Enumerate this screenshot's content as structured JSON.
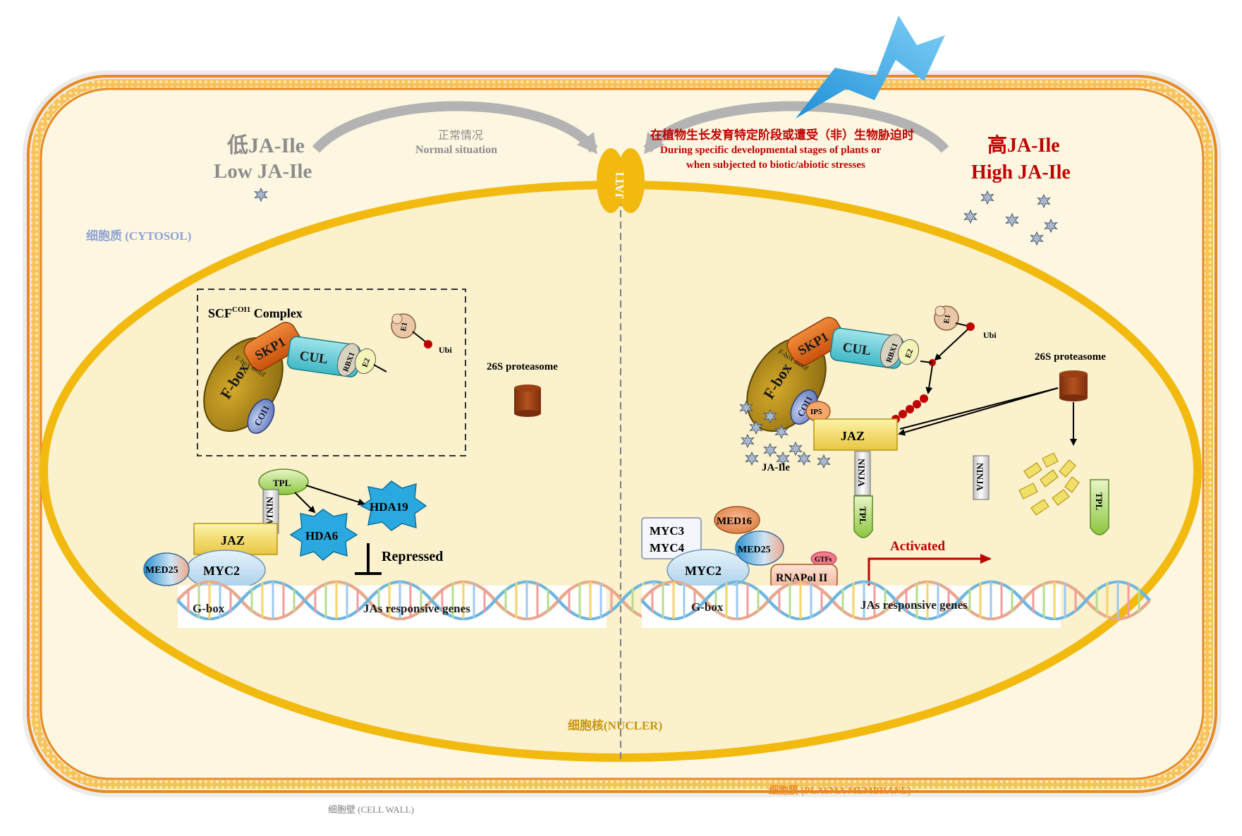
{
  "header": {
    "low_cn": "低JA-Ile",
    "low_en": "Low JA-Ile",
    "high_cn": "高JA-Ile",
    "high_en": "High JA-Ile",
    "normal_cn": "正常情况",
    "normal_en": "Normal situation",
    "stress_cn": "在植物生长发育特定阶段或遭受（非）生物胁迫时",
    "stress_en_1": "During specific developmental stages of plants or",
    "stress_en_2": "when subjected to biotic/abiotic stresses"
  },
  "compartments": {
    "cytosol": "细胞质 (CYTOSOL)",
    "nucleus": "细胞核(NUCLER)",
    "plasma_membrane": "细胞膜 (PLASMA MEMBRANE)",
    "cell_wall": "细胞壁 (CELL WALL)",
    "transporter": "JAT1"
  },
  "left": {
    "complex_title": "SCF",
    "complex_sup": "COI1",
    "complex_suffix": " Complex",
    "fbox": "F-box",
    "fbox_motif": "F-box motif",
    "coi1": "COI1",
    "skp1": "SKP1",
    "cul": "CUL",
    "rbx1": "RBX1",
    "e2": "E2",
    "e1": "E1",
    "ubi": "Ubi",
    "proteasome": "26S proteasome",
    "tpl": "TPL",
    "ninja": "NINJA",
    "jaz": "JAZ",
    "hda19": "HDA19",
    "hda6": "HDA6",
    "repressed": "Repressed",
    "med25": "MED25",
    "myc2": "MYC2",
    "gbox": "G-box",
    "genes": "JAs responsive genes"
  },
  "right": {
    "fbox": "F-box",
    "fbox_motif": "F-box motif",
    "coi1": "COI1",
    "skp1": "SKP1",
    "cul": "CUL",
    "rbx1": "RBX1",
    "e2": "E2",
    "e1": "E1",
    "ubi": "Ubi",
    "ip5": "IP5",
    "jaz": "JAZ",
    "ja_ile": "JA-Ile",
    "proteasome": "26S proteasome",
    "ninja": "NINJA",
    "ninja2": "NINJA",
    "tpl": "TPL",
    "tpl2": "TPL",
    "myc3": "MYC3",
    "myc4": "MYC4",
    "med16": "MED16",
    "med25": "MED25",
    "myc2": "MYC2",
    "gtfs": "GTFs",
    "rnapol": "RNAPol II",
    "activated": "Activated",
    "gbox": "G-box",
    "genes": "JAs responsive genes"
  },
  "colors": {
    "membrane_orange": "#e98a1e",
    "nucleus_fill": "#fbf1cd",
    "nucleus_border": "#f2b90f",
    "cytosol_fill": "#fdf7e1",
    "jaz_yellow": "#f7e27a",
    "dark_red": "#c00000",
    "grey_text": "#8c8c8c",
    "cytosol_label": "#8fa3d4",
    "hda_blue": "#2aa9e0"
  }
}
